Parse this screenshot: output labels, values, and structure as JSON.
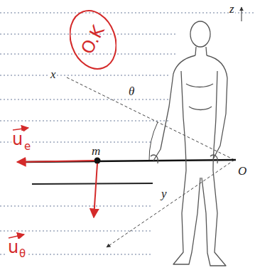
{
  "diagram": {
    "nodes": [
      {
        "text": [
          "O.K"
        ]
      }
    ],
    "labels": [
      "z",
      "x",
      "θ",
      "m",
      "O",
      "y",
      "u",
      "e",
      "u",
      "θ"
    ]
  }
}
